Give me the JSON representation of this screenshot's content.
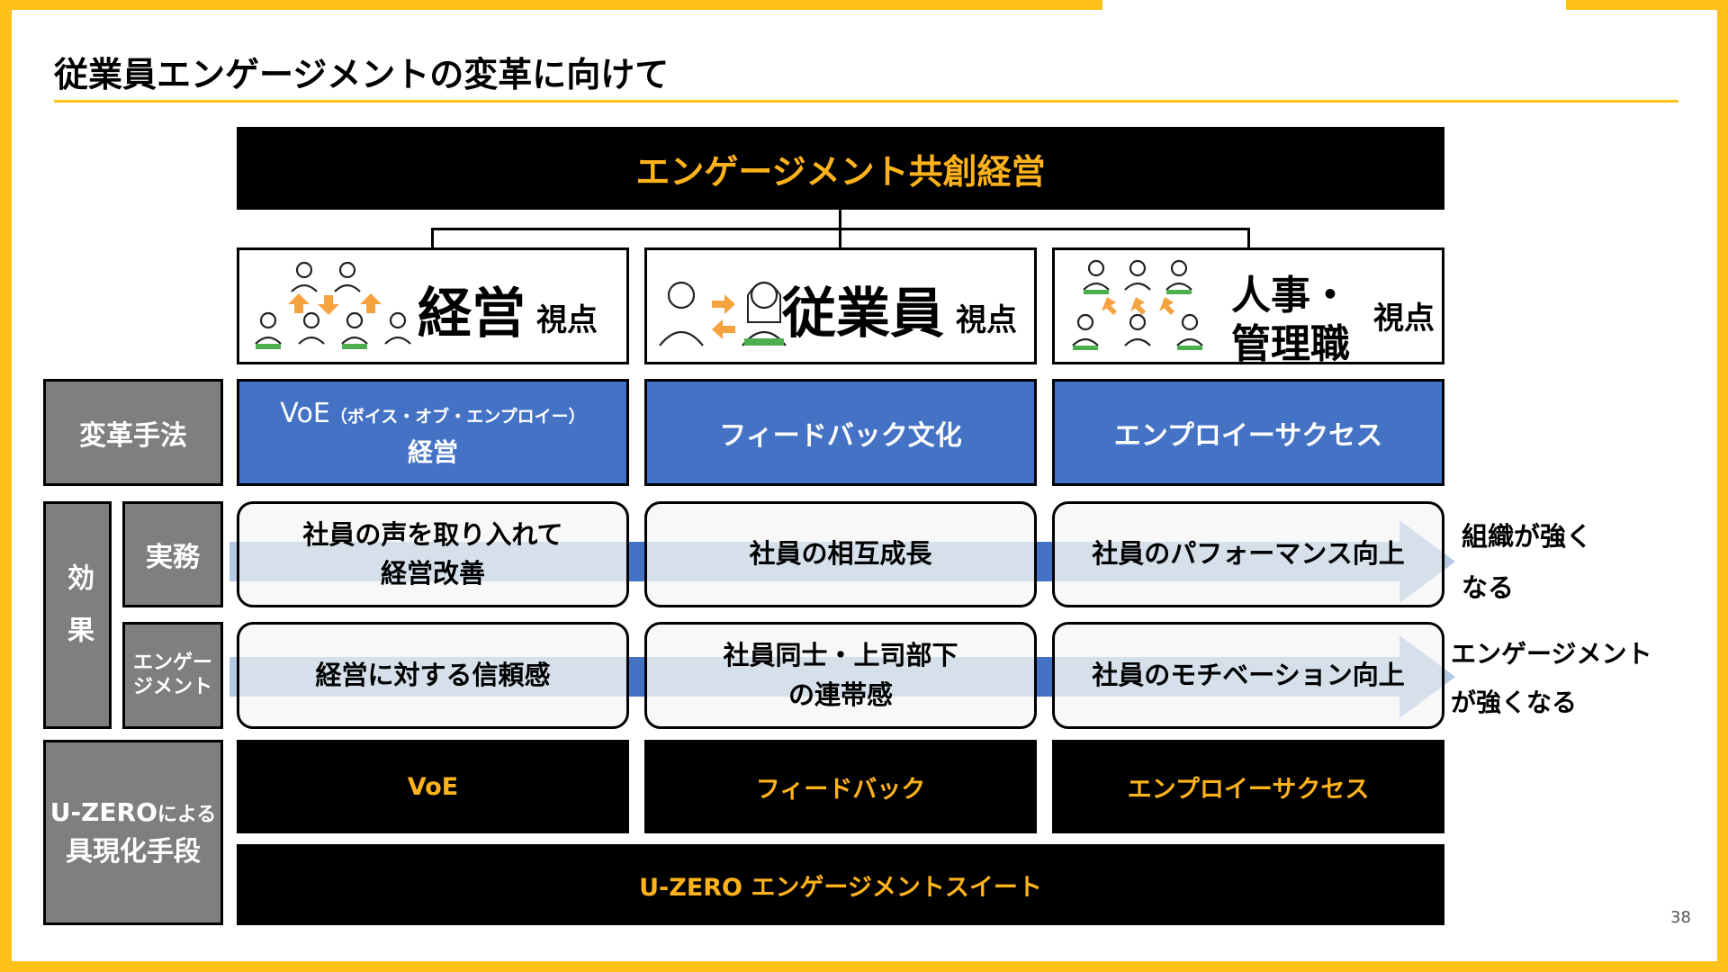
{
  "title": "従業員エンゲージメントの変革に向けて",
  "page_number": "38",
  "colors": {
    "accent_yellow": "#FFC21A",
    "heading_orange": "#FFB31A",
    "blue": "#4472C4",
    "gray": "#7F7F7F",
    "arrow_blue": "#B4C9E3"
  },
  "top_banner": "エンゲージメント共創経営",
  "perspectives": [
    {
      "main": "経営",
      "suffix": "視点",
      "icon": "management-people-icon"
    },
    {
      "main": "従業員",
      "suffix": "視点",
      "icon": "employee-people-icon"
    },
    {
      "main_line1": "人事・",
      "main_line2": "管理職",
      "suffix": "視点",
      "icon": "hr-people-icon"
    }
  ],
  "row_labels": {
    "method": "変革手法",
    "effect": "効果",
    "practice": "実務",
    "engagement_line1": "エンゲー",
    "engagement_line2": "ジメント",
    "means_line1_main": "U-ZERO",
    "means_line1_small": "による",
    "means_line2": "具現化手段"
  },
  "methods": [
    {
      "line1_main": "VoE",
      "line1_small": "（ボイス・オブ・エンプロイー）",
      "line2": "経営"
    },
    {
      "text": "フィードバック文化"
    },
    {
      "text": "エンプロイーサクセス"
    }
  ],
  "practice_effects": [
    {
      "line1": "社員の声を取り入れて",
      "line2": "経営改善"
    },
    {
      "text": "社員の相互成長"
    },
    {
      "text": "社員のパフォーマンス向上"
    }
  ],
  "practice_outcome": {
    "line1": "組織が強く",
    "line2": "なる"
  },
  "engagement_effects": [
    {
      "text": "経営に対する信頼感"
    },
    {
      "line1": "社員同士・上司部下",
      "line2": "の連帯感"
    },
    {
      "text": "社員のモチベーション向上"
    }
  ],
  "engagement_outcome": {
    "line1": "エンゲージメント",
    "line2": "が強くなる"
  },
  "means": [
    "VoE",
    "フィードバック",
    "エンプロイーサクセス"
  ],
  "suite": "U-ZERO エンゲージメントスイート"
}
